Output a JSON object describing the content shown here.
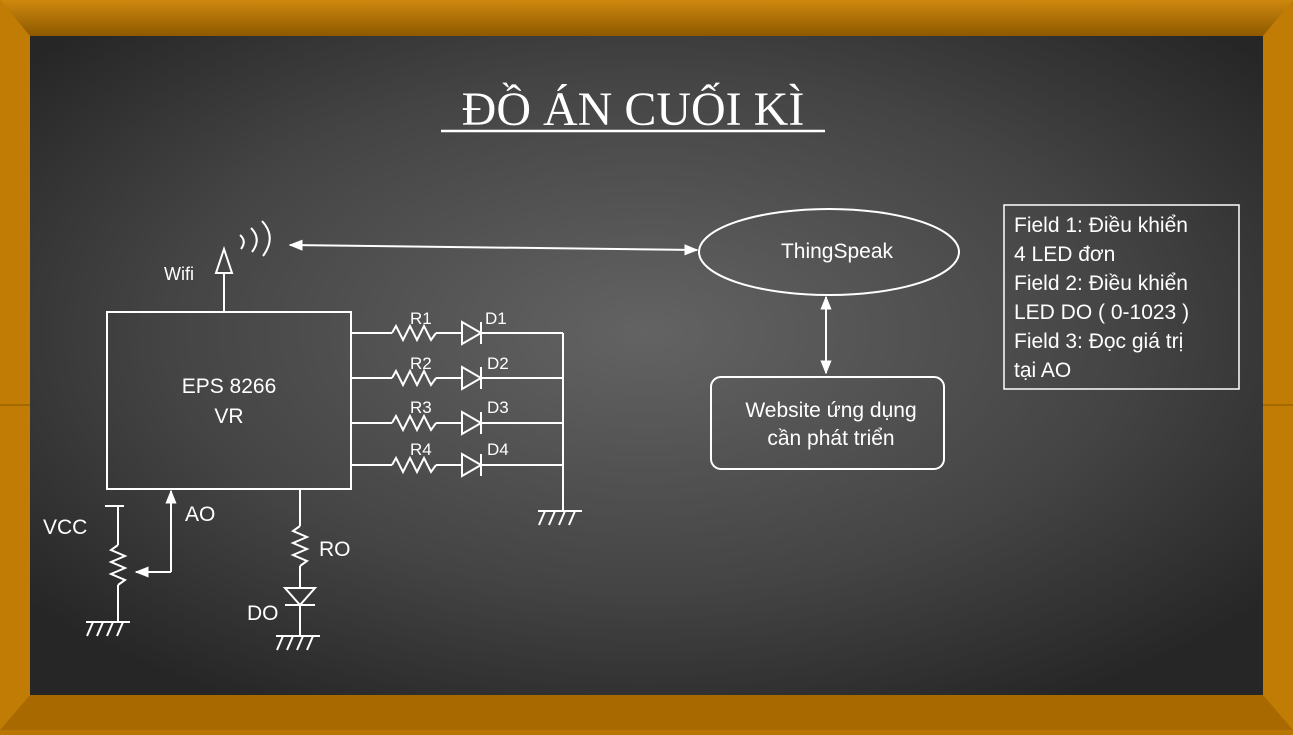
{
  "title": "ĐỒ ÁN CUỐI KÌ",
  "esp": {
    "line1": "EPS 8266",
    "line2": "VR"
  },
  "wifi_label": "Wifi",
  "thingspeak_label": "ThingSpeak",
  "website": {
    "line1": "Website ứng dụng",
    "line2": "cần phát triển"
  },
  "fields": [
    "Field 1: Điều khiển",
    "4 LED đơn",
    "Field 2: Điều khiển",
    "LED DO ( 0-1023 )",
    "Field 3: Đọc giá trị",
    "tại AO"
  ],
  "resistors": [
    "R1",
    "R2",
    "R3",
    "R4"
  ],
  "leds": [
    "D1",
    "D2",
    "D3",
    "D4"
  ],
  "vcc_label": "VCC",
  "ao_label": "AO",
  "ro_label": "RO",
  "do_label": "DO",
  "colors": {
    "frame": "#b87500",
    "board_center": "#5e5e5e",
    "board_edge": "#2a2a2a",
    "line": "#ffffff"
  }
}
